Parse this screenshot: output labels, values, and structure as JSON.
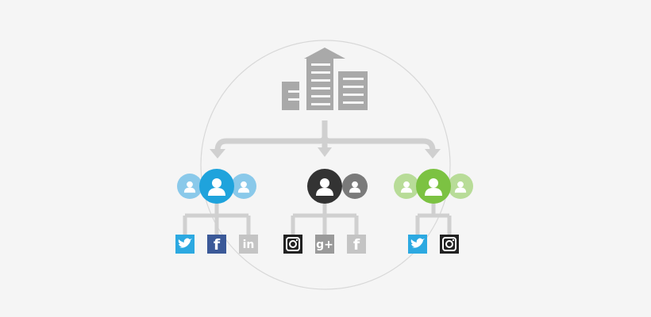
{
  "diagram": {
    "organization": {
      "icon": "office-buildings-icon",
      "color": "#a9a9a9"
    },
    "connector_color": "#d0d0d0",
    "circle_color": "#d8d8d8",
    "groups": [
      {
        "id": "blue",
        "primary_color": "#1fa3dc",
        "secondary_color": "#8ac9ea",
        "user_icon": "user-icon",
        "networks": [
          {
            "name": "twitter",
            "icon": "twitter-icon",
            "glyph": "",
            "color": "#2ca9e1"
          },
          {
            "name": "facebook",
            "icon": "facebook-icon",
            "glyph": "f",
            "color": "#3b5998"
          },
          {
            "name": "linkedin",
            "icon": "linkedin-icon",
            "glyph": "in",
            "color": "#c4c4c4"
          }
        ]
      },
      {
        "id": "dark",
        "primary_color": "#333333",
        "secondary_color": "#7a7a7a",
        "user_icon": "user-icon",
        "networks": [
          {
            "name": "instagram",
            "icon": "instagram-icon",
            "glyph": "",
            "color": "#222222"
          },
          {
            "name": "google-plus",
            "icon": "google-plus-icon",
            "glyph": "g+",
            "color": "#9a9a9a"
          },
          {
            "name": "facebook",
            "icon": "facebook-icon",
            "glyph": "f",
            "color": "#c4c4c4"
          }
        ]
      },
      {
        "id": "green",
        "primary_color": "#7cc242",
        "secondary_color": "#b8dc98",
        "user_icon": "user-icon",
        "networks": [
          {
            "name": "twitter",
            "icon": "twitter-icon",
            "glyph": "",
            "color": "#2ca9e1"
          },
          {
            "name": "instagram",
            "icon": "instagram-icon",
            "glyph": "",
            "color": "#222222"
          }
        ]
      }
    ]
  }
}
